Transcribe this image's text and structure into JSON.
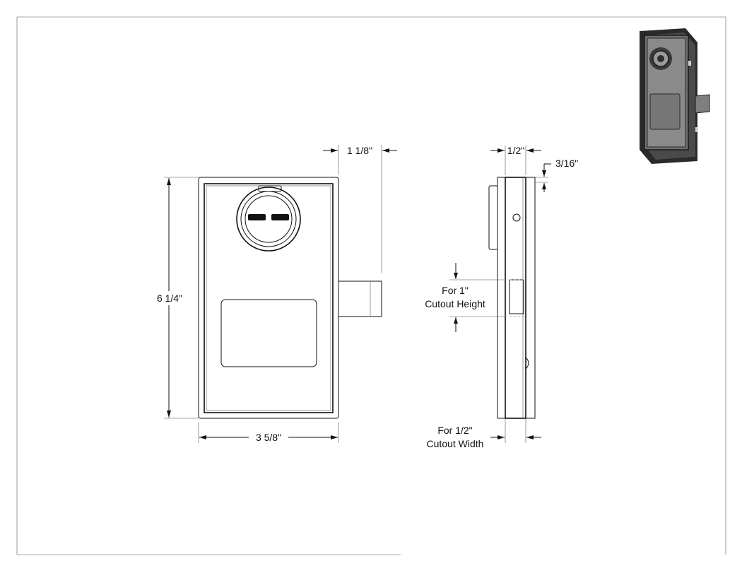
{
  "drawing": {
    "dimensions": {
      "overall_height": "6 1/4\"",
      "overall_width": "3 5/8\"",
      "bolt_projection": "1 1/8\"",
      "body_thickness": "1/2\"",
      "face_offset": "3/16\""
    },
    "notes": {
      "cutout_height_line1": "For 1\"",
      "cutout_height_line2": "Cutout Height",
      "cutout_width_line1": "For 1/2\"",
      "cutout_width_line2": "Cutout Width"
    }
  }
}
